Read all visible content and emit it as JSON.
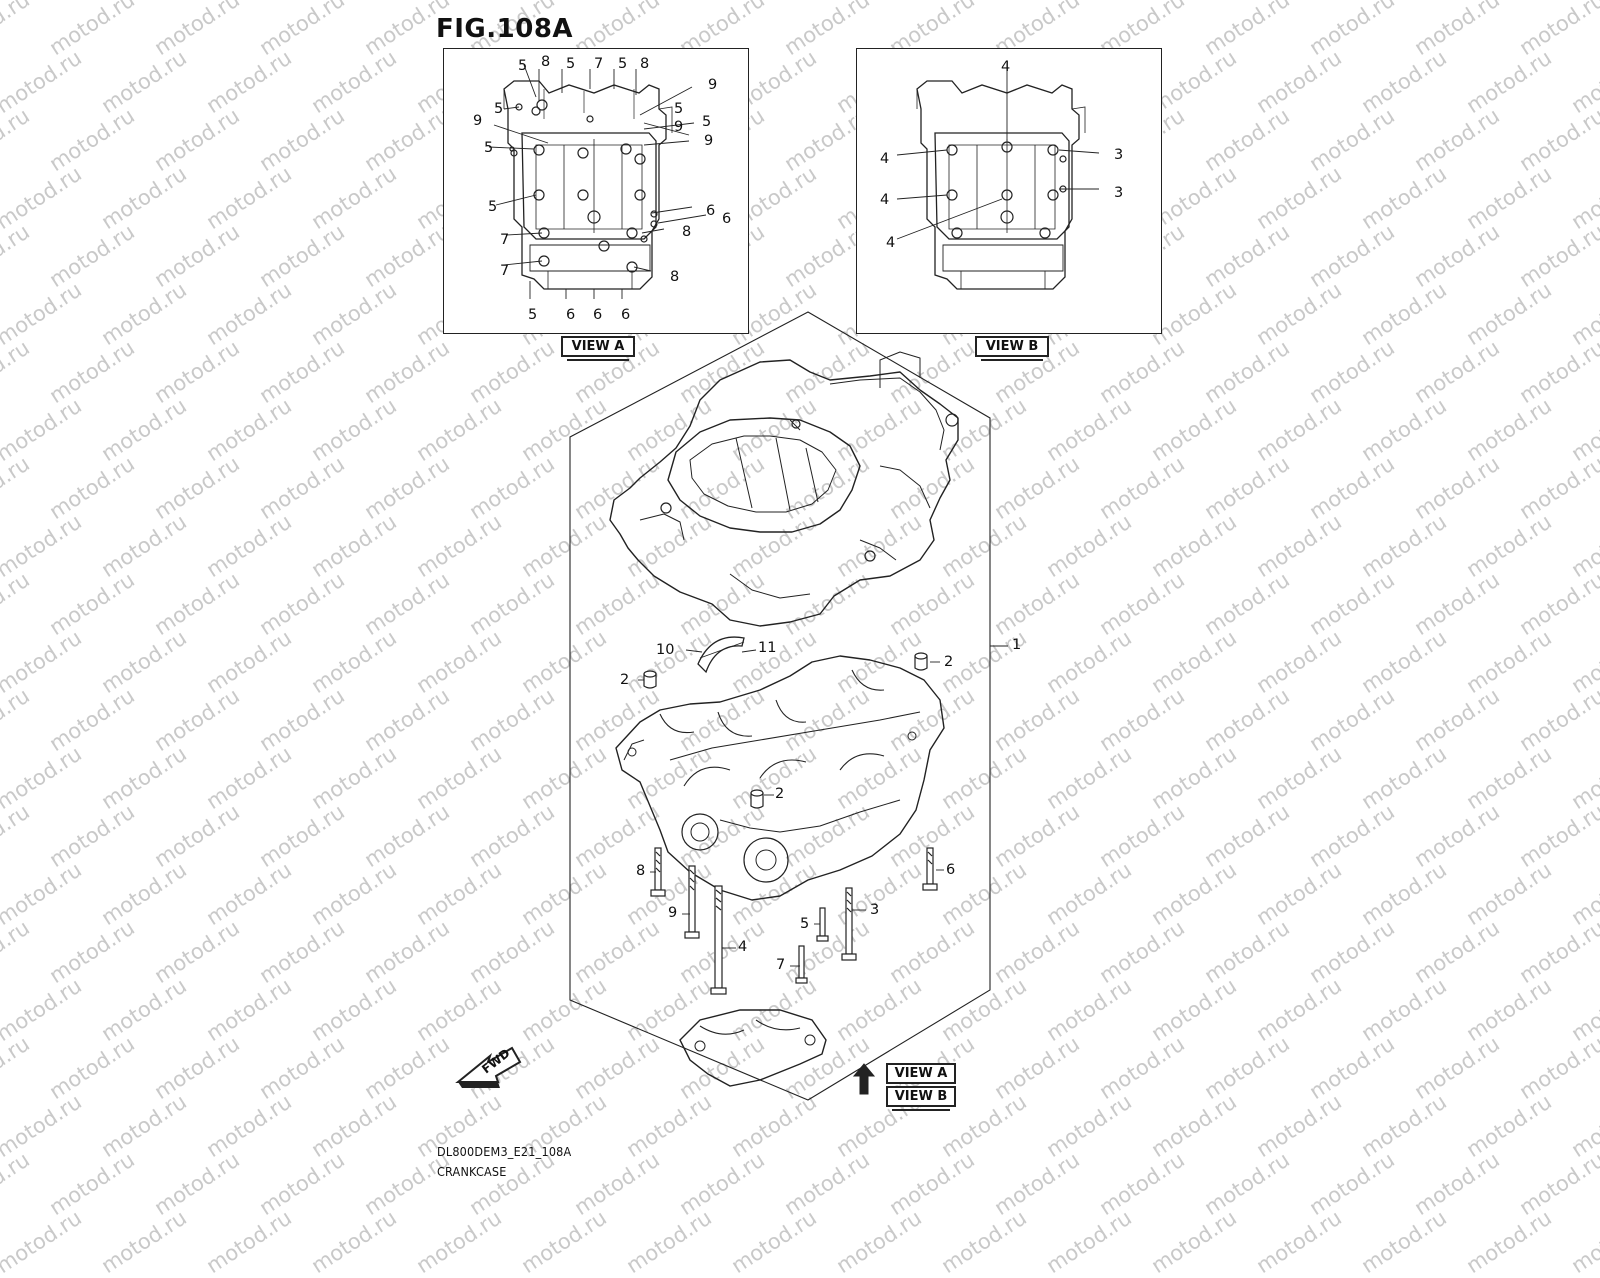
{
  "figure": {
    "title": "FIG.108A",
    "drawing_code": "DL800DEM3_E21_108A",
    "caption": "CRANKCASE"
  },
  "watermark": "motod.ru",
  "views": {
    "view_a_label": "VIEW A",
    "view_b_label": "VIEW B"
  },
  "direction_arrow": "FWD",
  "legend_view_a": "VIEW A",
  "legend_view_b": "VIEW B",
  "view_a_callouts": [
    "5",
    "8",
    "5",
    "7",
    "5",
    "8",
    "9",
    "5",
    "9",
    "5",
    "5",
    "9",
    "5",
    "9",
    "5",
    "6",
    "6",
    "8",
    "7",
    "8",
    "7",
    "5",
    "6",
    "6",
    "6"
  ],
  "view_b_callouts": [
    "4",
    "4",
    "3",
    "3",
    "4",
    "4"
  ],
  "main_callouts": [
    "10",
    "11",
    "1",
    "2",
    "2",
    "2",
    "8",
    "6",
    "9",
    "3",
    "5",
    "4",
    "7"
  ]
}
